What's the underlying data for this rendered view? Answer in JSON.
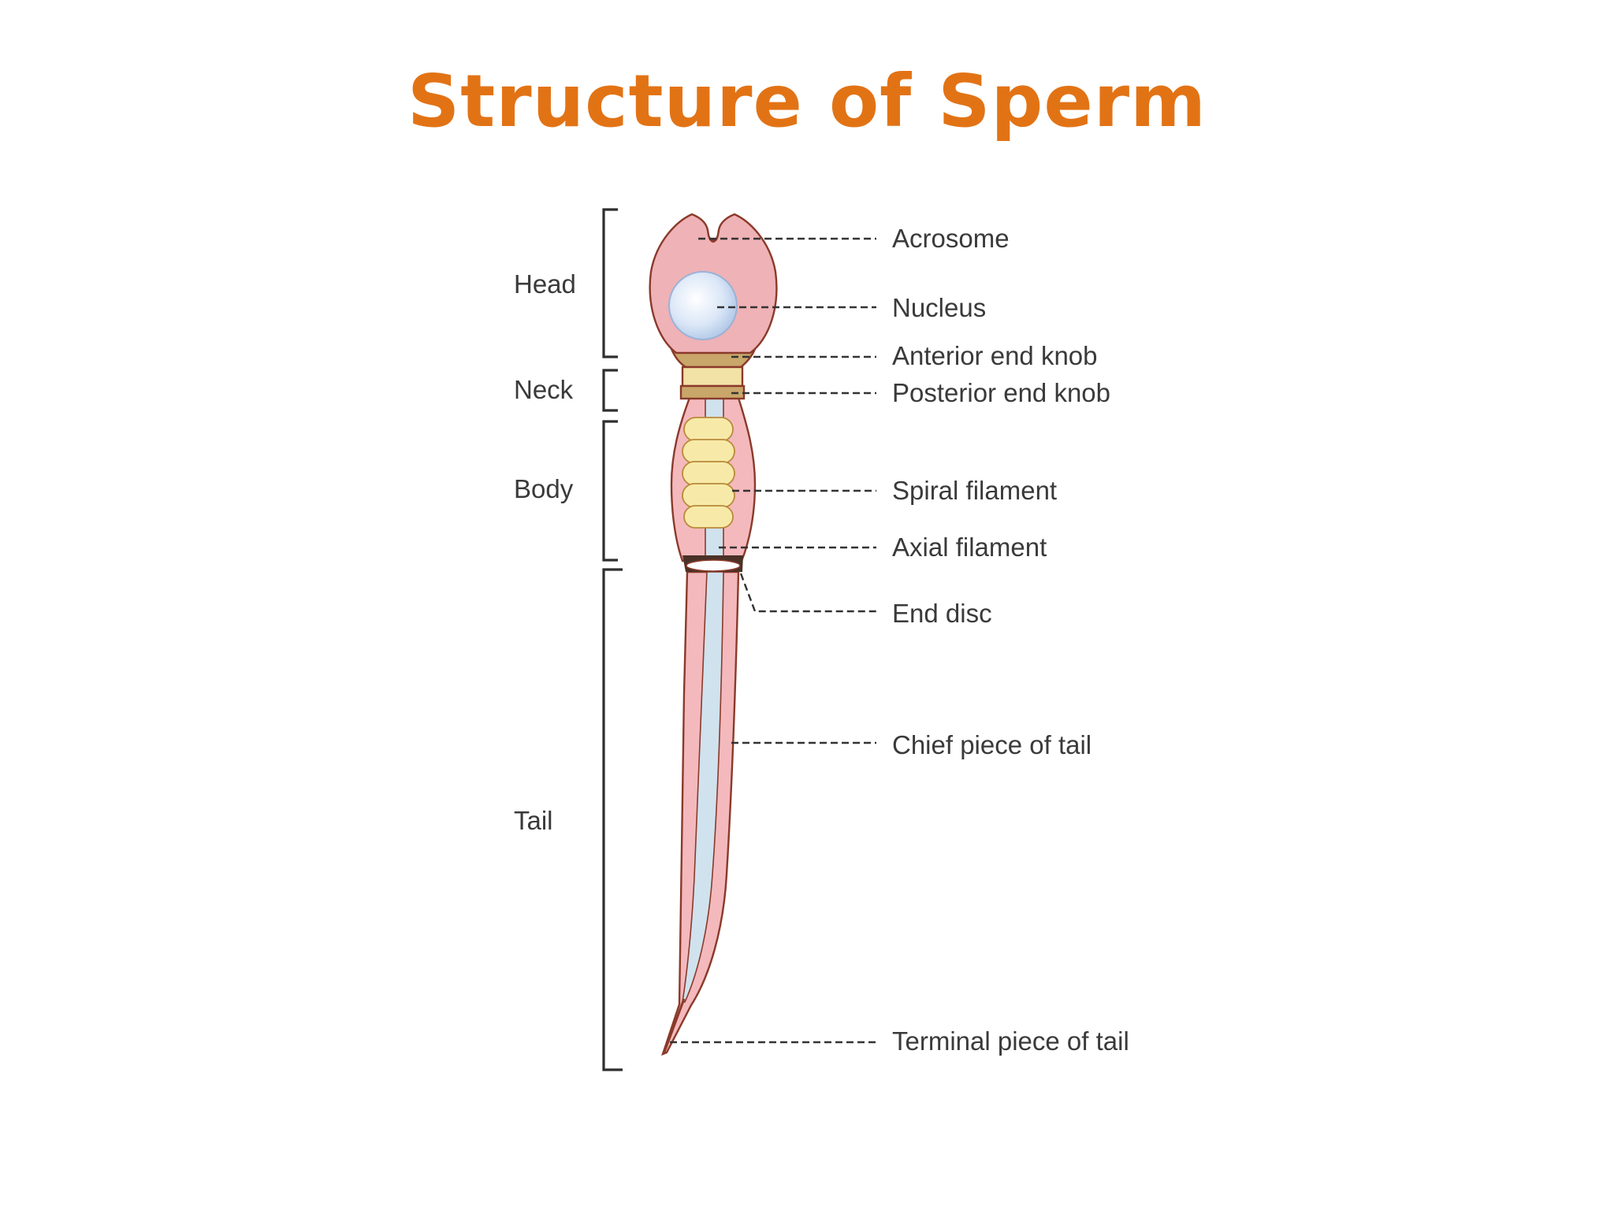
{
  "title": "Structure of Sperm",
  "colors": {
    "title": "#e27315",
    "label": "#3a3a3a",
    "body_fill": "#f4b9bd",
    "head_fill": "#efb2b6",
    "nucleus_fill": "#cfdff4",
    "knob_dark": "#c9a66a",
    "knob_light": "#f3e2a6",
    "spiral_fill": "#f7eaa8",
    "axial_fill": "#cfe2ee"
  },
  "regions": [
    {
      "label": "Head"
    },
    {
      "label": "Neck"
    },
    {
      "label": "Body"
    },
    {
      "label": "Tail"
    }
  ],
  "parts": [
    {
      "label": "Acrosome"
    },
    {
      "label": "Nucleus"
    },
    {
      "label": "Anterior end knob"
    },
    {
      "label": "Posterior end knob"
    },
    {
      "label": "Spiral filament"
    },
    {
      "label": "Axial filament"
    },
    {
      "label": "End disc"
    },
    {
      "label": "Chief piece of tail"
    },
    {
      "label": "Terminal piece of tail"
    }
  ]
}
